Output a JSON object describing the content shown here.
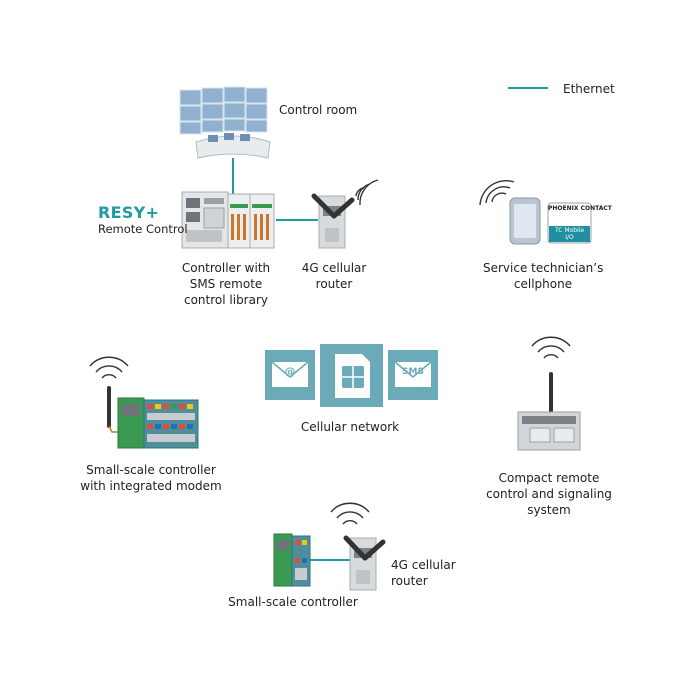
{
  "legend": {
    "line_label": "Ethernet",
    "line_color": "#1f9a9e"
  },
  "brand": {
    "name": "RESY+",
    "subtitle": "Remote Control"
  },
  "labels": {
    "control_room": "Control room",
    "controller": [
      "Controller with",
      "SMS remote",
      "control library"
    ],
    "router_top": [
      "4G cellular",
      "router"
    ],
    "technician": [
      "Service technician’s",
      "cellphone"
    ],
    "cellular_network": "Cellular network",
    "small_modem": [
      "Small-scale controller",
      "with integrated modem"
    ],
    "compact": [
      "Compact remote",
      "control and signaling",
      "system"
    ],
    "router_bottom": [
      "4G cellular",
      "router"
    ],
    "small_controller": "Small-scale controller"
  },
  "cell_tiles": {
    "left_symbol": "@",
    "right_symbol": "SMS"
  },
  "phone_app": {
    "logo": "PHOENIX CONTACT",
    "app_line1": "TC Mobile",
    "app_line2": "I/O"
  },
  "colors": {
    "tile": "#6aaab9",
    "tile_dark": "#4d93a3",
    "module_green": "#3a9a52",
    "device_grey": "#c9ccce"
  }
}
